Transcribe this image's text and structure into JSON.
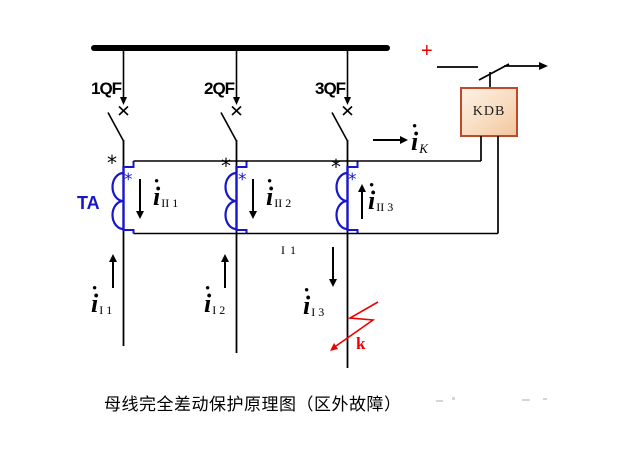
{
  "diagram": {
    "caption": "母线完全差动保护原理图（区外故障）",
    "relay_label": "KDB",
    "ct_label": "TA",
    "plus_label": "+",
    "fault_point_label": "k",
    "loop_label": "I 1",
    "dot": "•",
    "star": "*",
    "relay_current": {
      "base": "i",
      "sub": "K"
    },
    "feeders": [
      {
        "breaker": "1QF",
        "secondary_current": {
          "base": "i",
          "sub": "II 1"
        },
        "primary_current": {
          "base": "i",
          "sub": "I 1"
        }
      },
      {
        "breaker": "2QF",
        "secondary_current": {
          "base": "i",
          "sub": "II 2"
        },
        "primary_current": {
          "base": "i",
          "sub": "I 2"
        }
      },
      {
        "breaker": "3QF",
        "secondary_current": {
          "base": "i",
          "sub": "II 3"
        },
        "primary_current": {
          "base": "i",
          "sub": "I 3"
        }
      }
    ],
    "colors": {
      "ct_blue": "#1717c9",
      "fault_red": "#ee0000",
      "relay_border": "#bc4a2b",
      "relay_fill_light": "#fdeede",
      "relay_fill_dark": "#f3c79e"
    }
  }
}
